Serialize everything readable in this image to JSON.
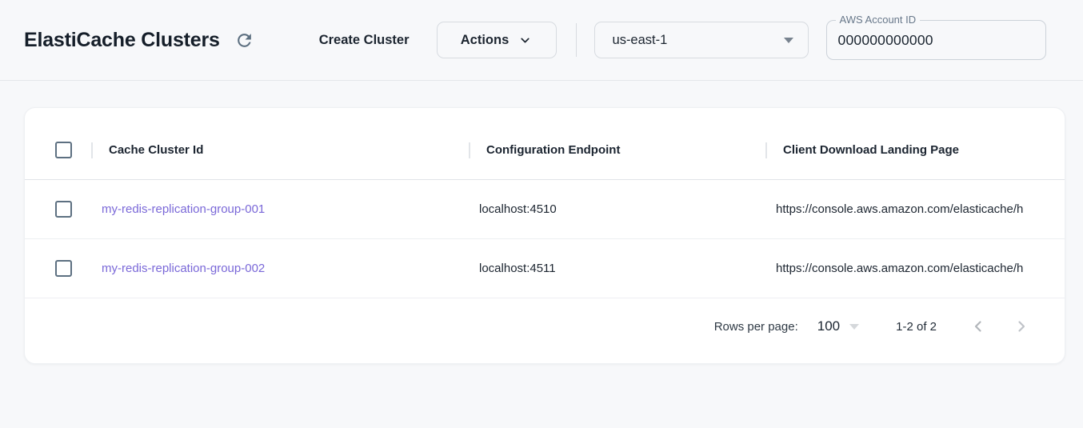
{
  "header": {
    "title": "ElastiCache Clusters",
    "create_cluster_label": "Create Cluster",
    "actions_label": "Actions",
    "region_select": {
      "value": "us-east-1"
    },
    "account_field": {
      "label": "AWS Account ID",
      "value": "000000000000"
    }
  },
  "icons": {
    "refresh": "circular-refresh-arrow",
    "actions_caret": "chevron-down",
    "region_caret": "triangle-down",
    "rows_per_page_caret": "triangle-down",
    "previous_page": "chevron-left",
    "next_page": "chevron-right"
  },
  "table": {
    "columns": {
      "cache_cluster_id": "Cache Cluster Id",
      "configuration_endpoint": "Configuration Endpoint",
      "client_download_landing_page": "Client Download Landing Page"
    },
    "rows": [
      {
        "cache_cluster_id": "my-redis-replication-group-001",
        "configuration_endpoint": "localhost:4510",
        "client_download_landing_page": "https://console.aws.amazon.com/elasticache/h"
      },
      {
        "cache_cluster_id": "my-redis-replication-group-002",
        "configuration_endpoint": "localhost:4511",
        "client_download_landing_page": "https://console.aws.amazon.com/elasticache/h"
      }
    ],
    "pagination": {
      "rows_per_page_label": "Rows per page:",
      "rows_per_page_value": "100",
      "range_label": "1-2 of 2"
    }
  },
  "colors": {
    "link_purple": "#7a68d8",
    "page_background": "#f7f8fa",
    "card_background": "#ffffff",
    "checkbox_border": "#5d7081",
    "divider": "#e4e7ea"
  }
}
